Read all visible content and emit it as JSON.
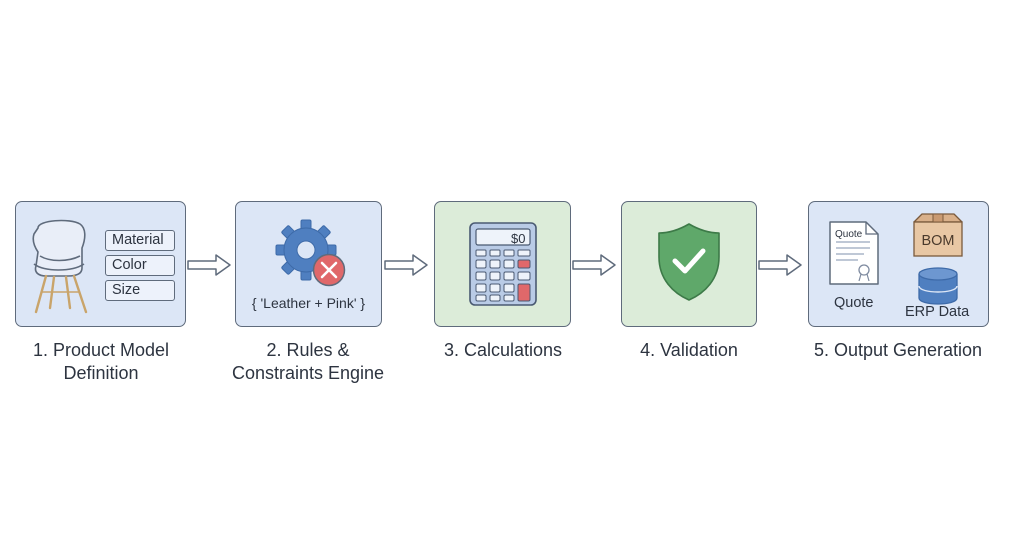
{
  "steps": [
    {
      "caption_line1": "1. Product Model",
      "caption_line2": "Definition",
      "attributes": [
        "Material",
        "Color",
        "Size"
      ]
    },
    {
      "caption_line1": "2. Rules &",
      "caption_line2": "Constraints Engine",
      "rule_text": "{ 'Leather + Pink' }"
    },
    {
      "caption_line1": "3. Calculations",
      "display_value": "$0"
    },
    {
      "caption_line1": "4. Validation"
    },
    {
      "caption_line1": "5. Output Generation",
      "quote_doc_title": "Quote",
      "quote_label": "Quote",
      "bom_label": "BOM",
      "erp_label": "ERP Data"
    }
  ],
  "icons": [
    "chair-icon",
    "gear-icon",
    "error-x-icon",
    "calculator-icon",
    "shield-check-icon",
    "document-icon",
    "box-icon",
    "database-icon",
    "arrow-right-icon"
  ],
  "colors": {
    "blue_box": "#dce6f6",
    "green_box": "#dcecd9",
    "border": "#5f6b7c",
    "error_red": "#e0686a",
    "shield_green": "#5fa86a",
    "bom_box": "#e8c7a4"
  }
}
